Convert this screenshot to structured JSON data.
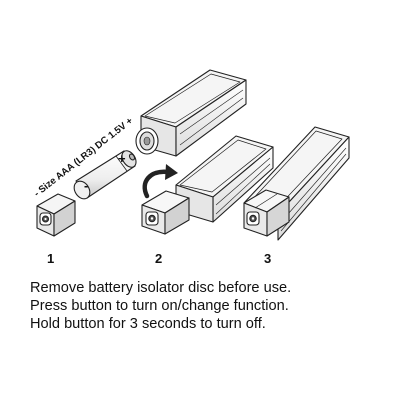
{
  "battery_label": "- Size AAA (LR3) DC 1.5V +",
  "battery_polarity_plus": "+",
  "battery_polarity_minus": "-",
  "steps": [
    {
      "number": "1"
    },
    {
      "number": "2"
    },
    {
      "number": "3"
    }
  ],
  "instructions": [
    "Remove battery isolator disc before use.",
    "Press button to turn on/change function.",
    "Hold button for 3 seconds to turn off."
  ],
  "colors": {
    "line": "#222222",
    "body": "#f2f2f2",
    "shade": "#d0d0d0",
    "dark": "#555555"
  }
}
